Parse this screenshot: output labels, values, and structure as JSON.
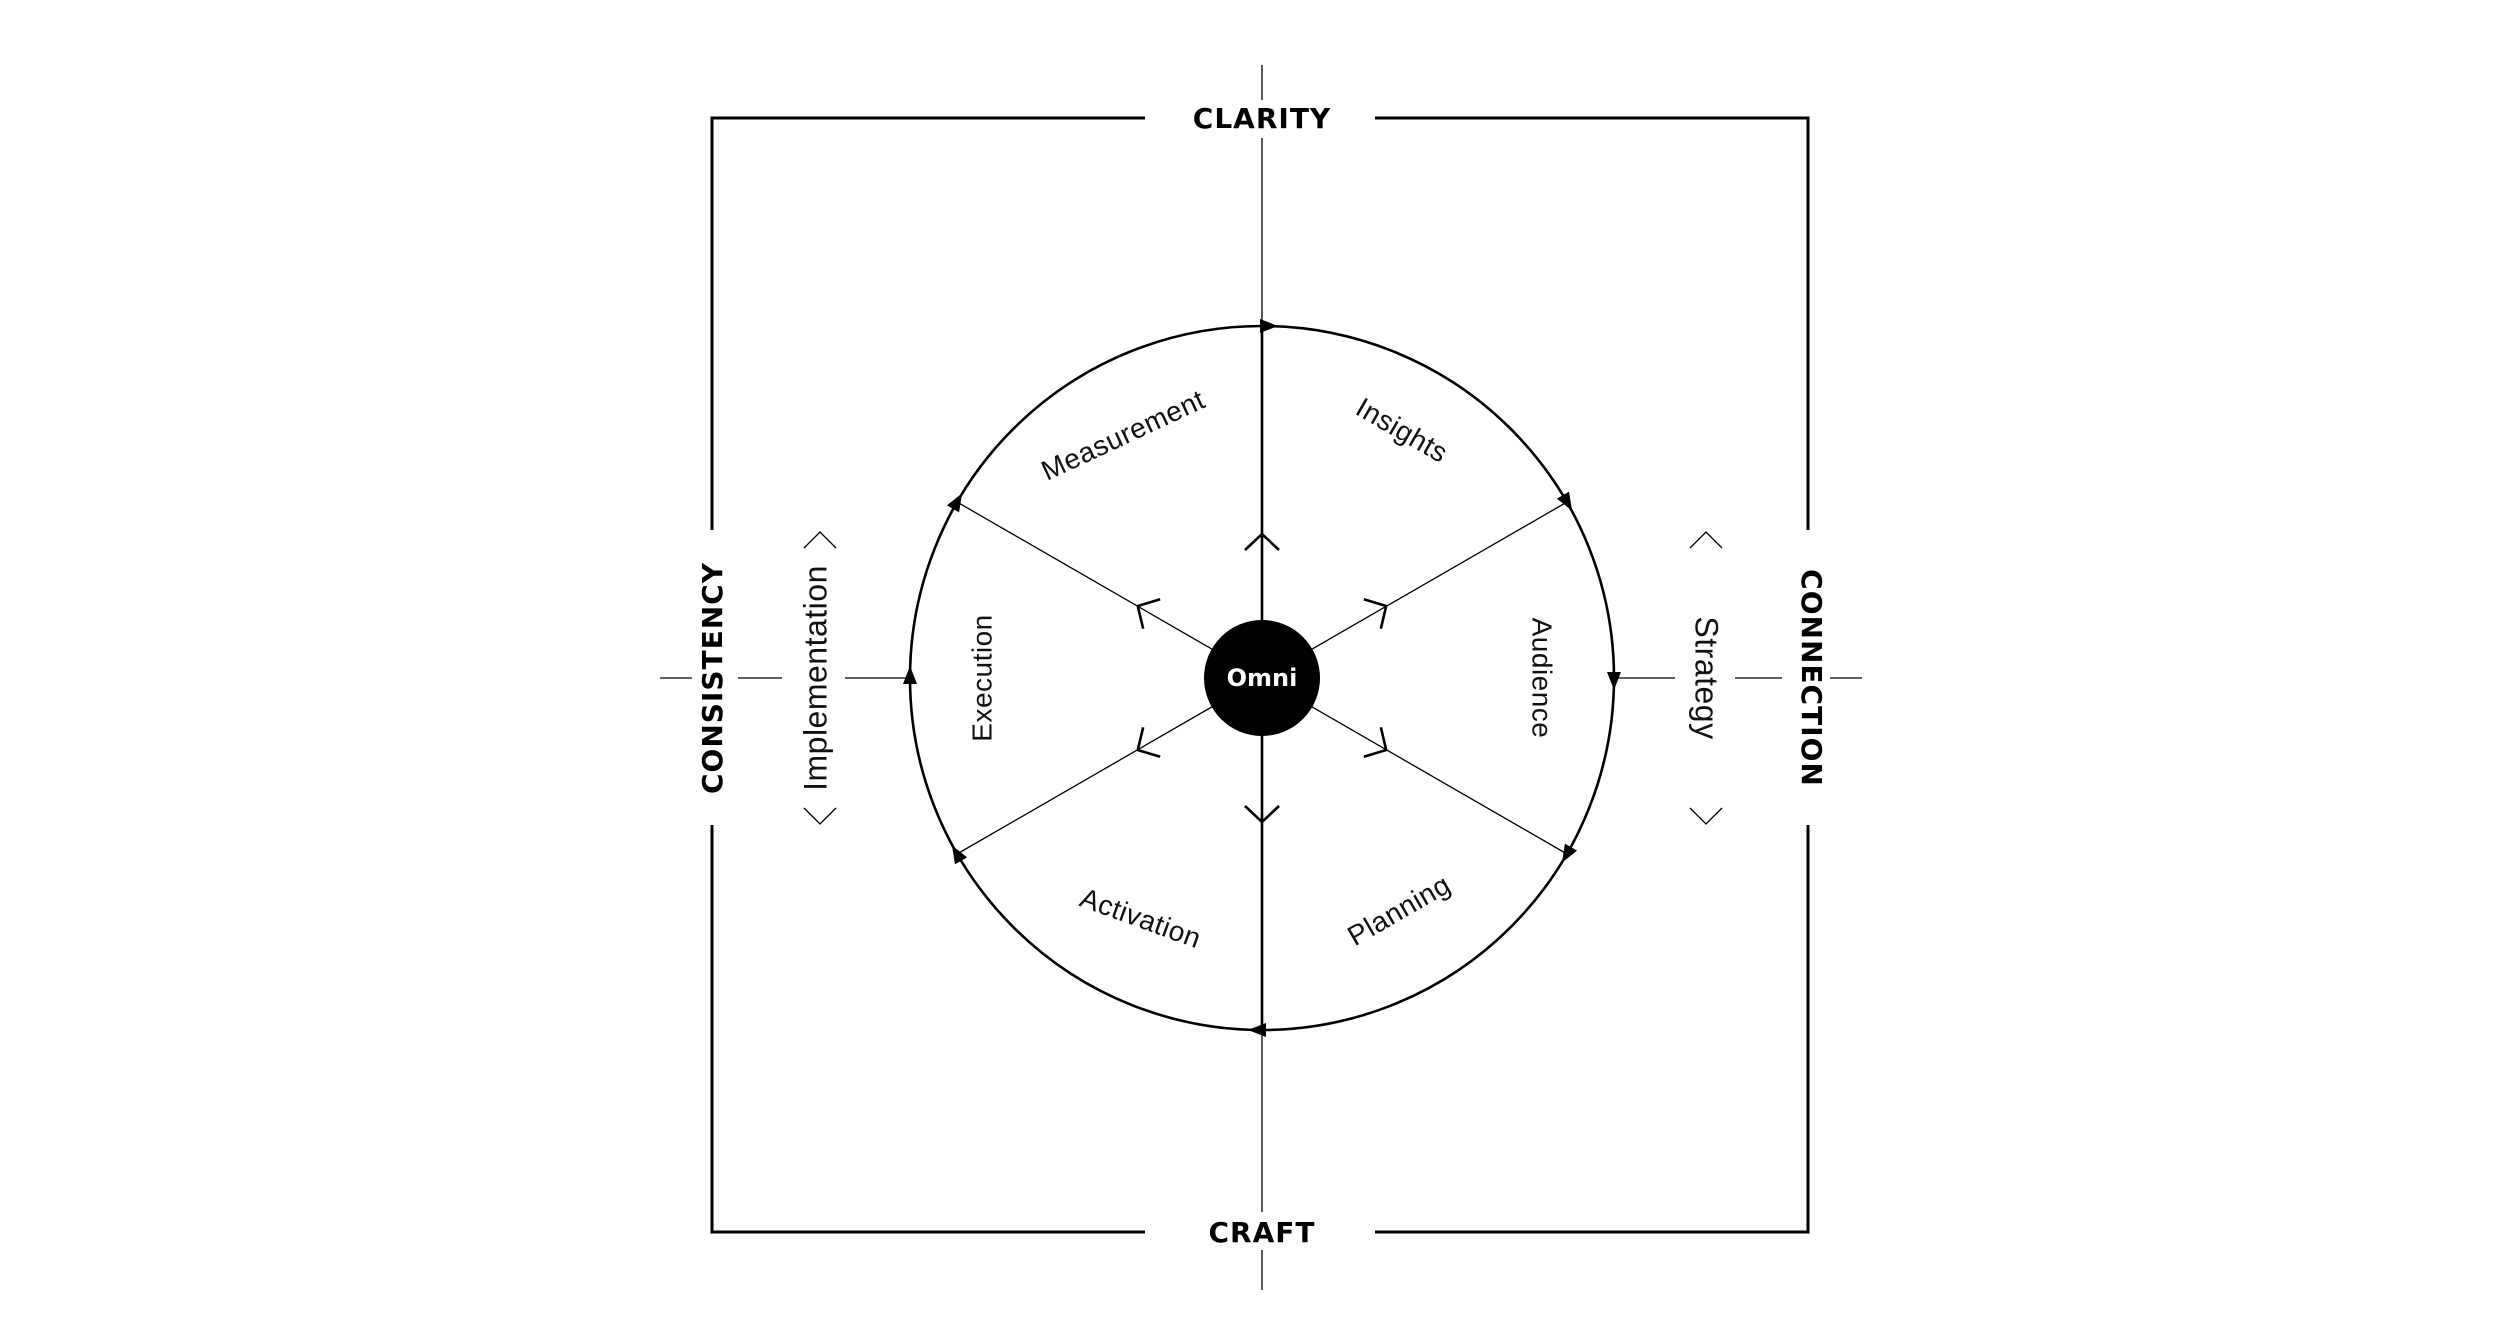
{
  "frame": {
    "top_label": "CLARITY",
    "bottom_label": "CRAFT",
    "left_label": "CONSISTENCY",
    "right_label": "CONNECTION"
  },
  "side_labels": {
    "left": "Implementation",
    "right": "Strategy"
  },
  "center": {
    "label": "Omni"
  },
  "segments": [
    {
      "label": "Insights"
    },
    {
      "label": "Audience"
    },
    {
      "label": "Planning"
    },
    {
      "label": "Activation"
    },
    {
      "label": "Execution"
    },
    {
      "label": "Measurement"
    }
  ],
  "colors": {
    "ink": "#000000",
    "background": "#ffffff",
    "center_text": "#ffffff"
  }
}
